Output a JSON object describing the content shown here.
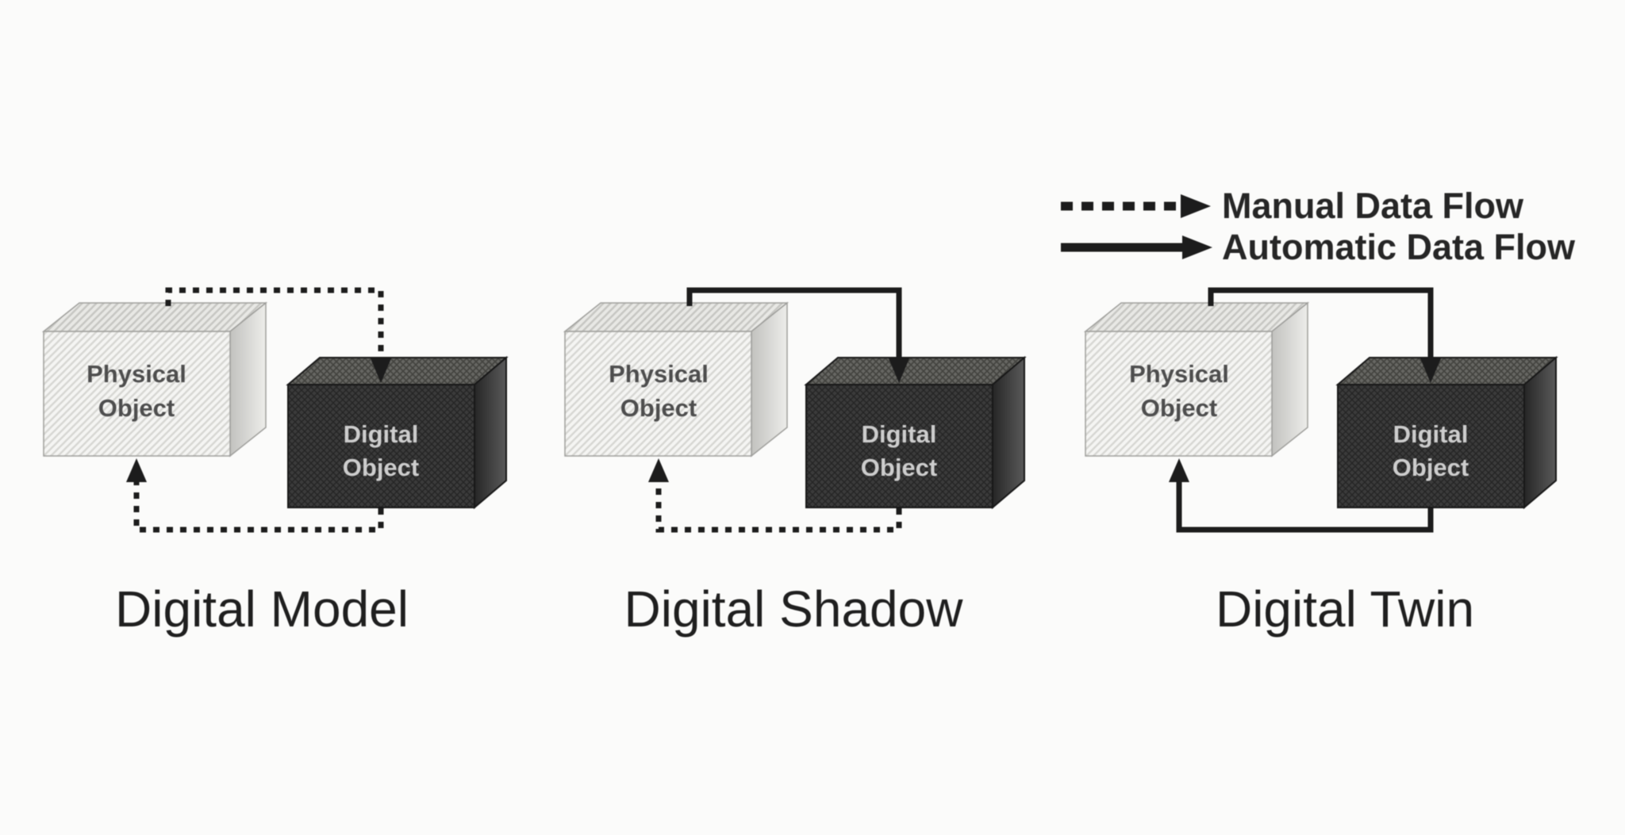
{
  "figure": {
    "type": "concept-diagram",
    "subject": "Digital Model vs Digital Shadow vs Digital Twin data flows",
    "background_color": "#fbfbfa",
    "ink_color": "#1c1c1c"
  },
  "legend": {
    "items": [
      {
        "style": "dashed",
        "label": "Manual Data Flow"
      },
      {
        "style": "solid",
        "label": "Automatic Data Flow"
      }
    ]
  },
  "box_labels": {
    "physical": {
      "line1": "Physical",
      "line2": "Object"
    },
    "digital": {
      "line1": "Digital",
      "line2": "Object"
    }
  },
  "colors": {
    "physical_box_front": "#f5f5f3",
    "physical_box_hatch": "#d7d7d3",
    "physical_box_label": "#4e4e4e",
    "digital_box_front": "#3b3b3b",
    "digital_box_hatch": "#272727",
    "digital_box_label": "#cdcdcd"
  },
  "panels": [
    {
      "title": "Digital Model",
      "top_flow": {
        "from": "physical-object",
        "to": "digital-object",
        "style": "manual"
      },
      "bottom_flow": {
        "from": "digital-object",
        "to": "physical-object",
        "style": "manual"
      }
    },
    {
      "title": "Digital Shadow",
      "top_flow": {
        "from": "physical-object",
        "to": "digital-object",
        "style": "automatic"
      },
      "bottom_flow": {
        "from": "digital-object",
        "to": "physical-object",
        "style": "manual"
      }
    },
    {
      "title": "Digital Twin",
      "top_flow": {
        "from": "physical-object",
        "to": "digital-object",
        "style": "automatic"
      },
      "bottom_flow": {
        "from": "digital-object",
        "to": "physical-object",
        "style": "automatic"
      }
    }
  ]
}
